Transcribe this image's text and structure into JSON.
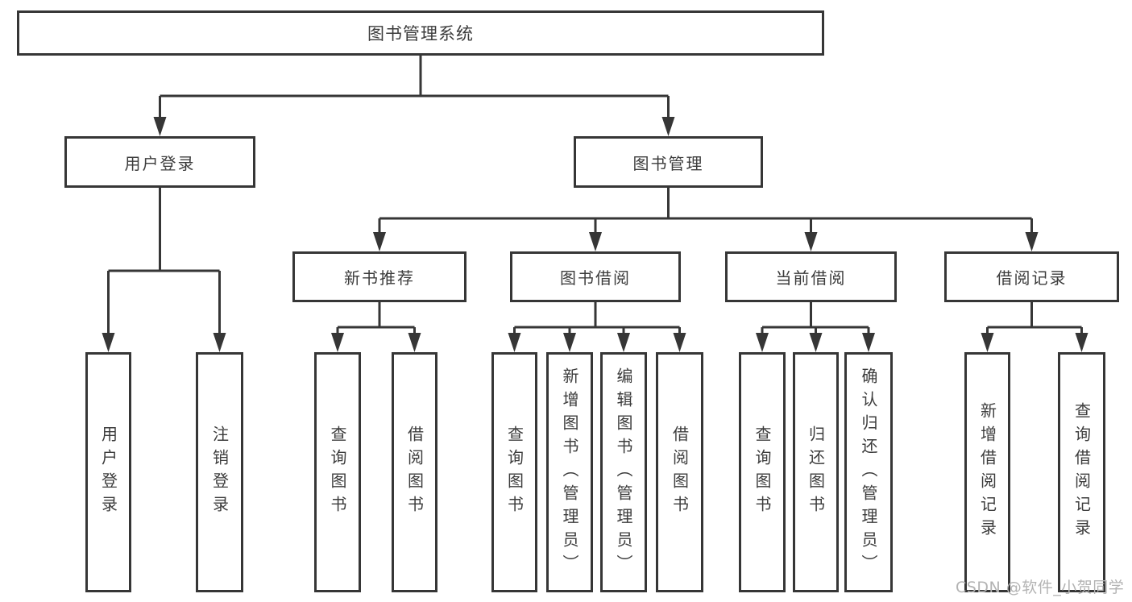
{
  "diagram": {
    "type": "hierarchy-tree",
    "title": "图书管理系统",
    "watermark": "CSDN @软件_小贺同学",
    "colors": {
      "background": "#ffffff",
      "line": "#363636",
      "box_border": "#363636",
      "box_fill": "#ffffff",
      "text": "#3c3c3c",
      "watermark": "#b3b3b3"
    },
    "nodes": {
      "root": {
        "label": "图书管理系统"
      },
      "l2": [
        {
          "label": "用户登录"
        },
        {
          "label": "图书管理"
        }
      ],
      "l3": [
        {
          "label": "新书推荐"
        },
        {
          "label": "图书借阅"
        },
        {
          "label": "当前借阅"
        },
        {
          "label": "借阅记录"
        }
      ],
      "leaves": [
        {
          "label": "用户登录",
          "parent": "用户登录"
        },
        {
          "label": "注销登录",
          "parent": "用户登录"
        },
        {
          "label": "查询图书",
          "parent": "新书推荐"
        },
        {
          "label": "借阅图书",
          "parent": "新书推荐"
        },
        {
          "label": "查询图书",
          "parent": "图书借阅"
        },
        {
          "label": "新增图书（管理员）",
          "parent": "图书借阅"
        },
        {
          "label": "编辑图书（管理员）",
          "parent": "图书借阅"
        },
        {
          "label": "借阅图书",
          "parent": "图书借阅"
        },
        {
          "label": "查询图书",
          "parent": "当前借阅"
        },
        {
          "label": "归还图书",
          "parent": "当前借阅"
        },
        {
          "label": "确认归还（管理员）",
          "parent": "当前借阅"
        },
        {
          "label": "新增借阅记录",
          "parent": "借阅记录"
        },
        {
          "label": "查询借阅记录",
          "parent": "借阅记录"
        }
      ]
    },
    "hierarchy": {
      "图书管理系统": [
        "用户登录",
        "图书管理"
      ],
      "用户登录": [
        "用户登录",
        "注销登录"
      ],
      "图书管理": [
        "新书推荐",
        "图书借阅",
        "当前借阅",
        "借阅记录"
      ],
      "新书推荐": [
        "查询图书",
        "借阅图书"
      ],
      "图书借阅": [
        "查询图书",
        "新增图书（管理员）",
        "编辑图书（管理员）",
        "借阅图书"
      ],
      "当前借阅": [
        "查询图书",
        "归还图书",
        "确认归还（管理员）"
      ],
      "借阅记录": [
        "新增借阅记录",
        "查询借阅记录"
      ]
    }
  }
}
